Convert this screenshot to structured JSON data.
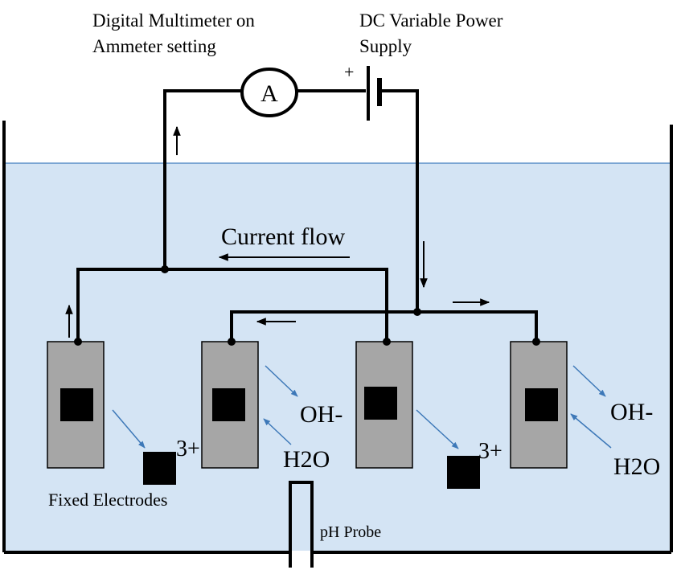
{
  "labels": {
    "multimeter_line1": "Digital Multimeter on",
    "multimeter_line2": "Ammeter setting",
    "power_line1": "DC Variable Power",
    "power_line2": "Supply",
    "plus_sign": "+",
    "ammeter_symbol": "A",
    "current_flow": "Current flow",
    "oh_left": "OH-",
    "h2o_left": "H2O",
    "ion_left": "3+",
    "oh_right": "OH-",
    "h2o_right": "H2O",
    "ion_right": "3+",
    "fixed_electrodes": "Fixed Electrodes",
    "ph_probe": "pH Probe"
  },
  "colors": {
    "water": "#d4e4f4",
    "water_line": "#5b8fc8",
    "electrode": "#a6a6a6",
    "arrow_blue": "#3d78b8",
    "wire": "#000000"
  }
}
